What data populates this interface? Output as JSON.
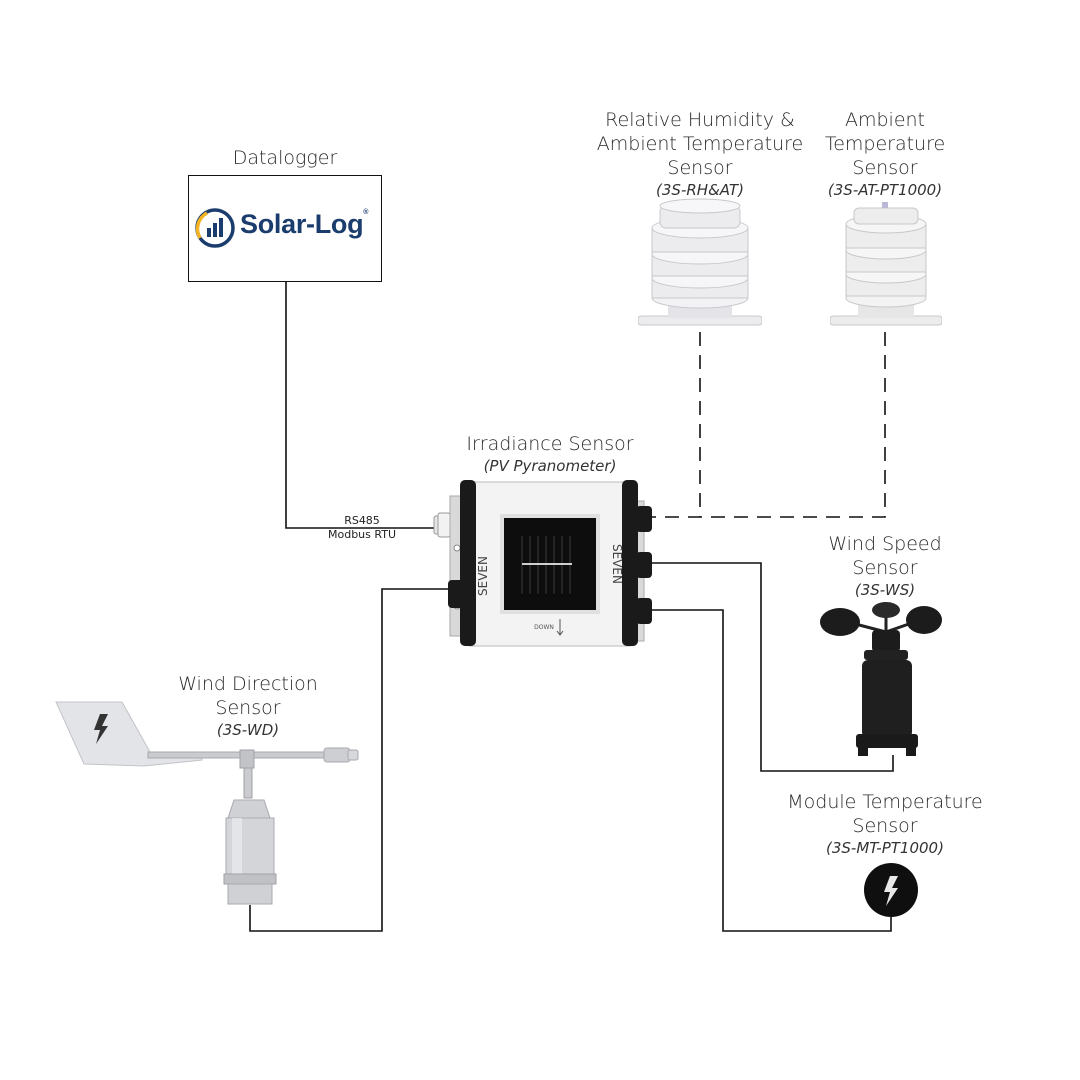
{
  "datalogger": {
    "title": "Datalogger",
    "logo_text": "Solar-Log",
    "logo_mark": "®"
  },
  "connection": {
    "protocol": "RS485",
    "mode": "Modbus RTU"
  },
  "irradiance": {
    "title": "Irradiance Sensor",
    "model": "(PV Pyranometer)",
    "brand": "SEVEN",
    "down_label": "DOWN"
  },
  "rh_sensor": {
    "line1": "Relative Humidity &",
    "line2": "Ambient Temperature",
    "line3": "Sensor",
    "model": "(3S-RH&AT)"
  },
  "at_sensor": {
    "line1": "Ambient",
    "line2": "Temperature",
    "line3": "Sensor",
    "model": "(3S-AT-PT1000)"
  },
  "ws_sensor": {
    "line1": "Wind Speed",
    "line2": "Sensor",
    "model": "(3S-WS)"
  },
  "wd_sensor": {
    "line1": "Wind Direction",
    "line2": "Sensor",
    "model": "(3S-WD)"
  },
  "mt_sensor": {
    "line1": "Module Temperature",
    "line2": "Sensor",
    "model": "(3S-MT-PT1000)"
  },
  "colors": {
    "wire": "#111111",
    "logo_blue": "#1b3d6e",
    "logo_yellow": "#f4b322",
    "device_body": "#f2f2f2",
    "device_cap": "#1a1a1a",
    "panel": "#0d0d0d",
    "shield_white": "#ececef",
    "anemometer_black": "#1c1c1c",
    "aluminium": "#c9cbcf"
  }
}
